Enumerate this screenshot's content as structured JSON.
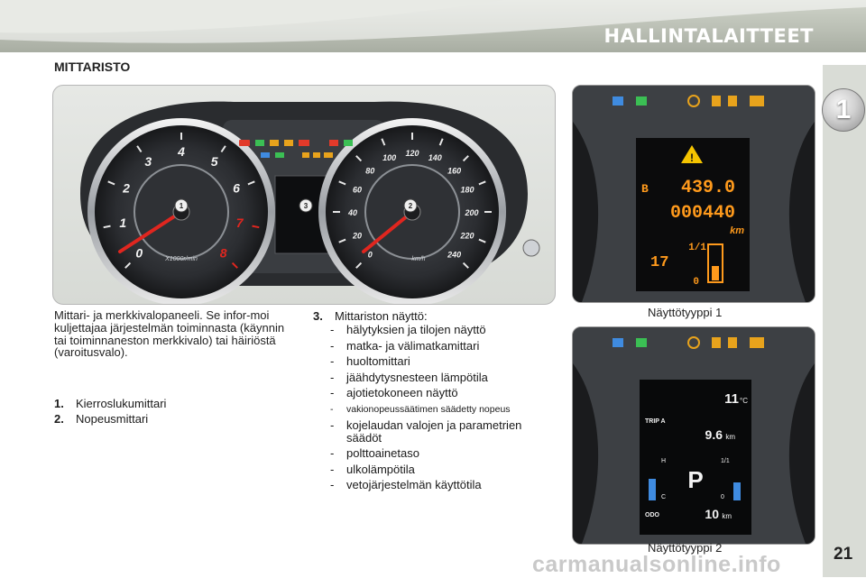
{
  "header": {
    "title": "HALLINTALAITTEET",
    "chapter": "1"
  },
  "section_title": "MITTARISTO",
  "cluster": {
    "tacho_ticks": [
      "0",
      "1",
      "2",
      "3",
      "4",
      "5",
      "6",
      "7",
      "8"
    ],
    "tacho_unit": "X1000r/min",
    "speedo_ticks": [
      "0",
      "20",
      "40",
      "60",
      "80",
      "100",
      "120",
      "140",
      "160",
      "180",
      "200",
      "220",
      "240"
    ],
    "speedo_unit": "km/h",
    "markers": [
      "1",
      "2",
      "3"
    ]
  },
  "display1": {
    "caption": "Näyttötyyppi 1",
    "odo_trip": "439.0",
    "odo_total": "000440",
    "unit": "km",
    "temp": "17",
    "gear": "1/1",
    "fuel_level": "0",
    "trip_label": "B"
  },
  "display2": {
    "caption": "Näyttötyyppi 2",
    "temp": "11",
    "temp_unit": "°C",
    "trip_label": "TRIP A",
    "trip_value": "9.6",
    "trip_unit": "km",
    "gear": "P",
    "temp_hi": "H",
    "temp_lo": "C",
    "fuel_full": "1/1",
    "fuel_empty": "0",
    "odo_label": "ODO",
    "odo_value": "10",
    "odo_unit": "km"
  },
  "intro_text": "Mittari- ja merkkivalopaneeli. Se infor-moi kuljettajaa järjestelmän toiminnasta (käynnin tai toiminnaneston merkkivalo) tai häiriöstä (varoitusvalo).",
  "numbered_items": [
    {
      "num": "1.",
      "label": "Kierroslukumittari"
    },
    {
      "num": "2.",
      "label": "Nopeusmittari"
    }
  ],
  "item3": {
    "num": "3.",
    "label": "Mittariston näyttö:"
  },
  "display_items": [
    "hälytyksien ja tilojen näyttö",
    "matka- ja välimatkamittari",
    "huoltomittari",
    "jäähdytysnesteen lämpötila",
    "ajotietokoneen näyttö",
    "vakionopeussäätimen säädetty nopeus",
    "kojelaudan valojen ja parametrien säädöt",
    "polttoainetaso",
    "ulkolämpötila",
    "vetojärjestelmän käyttötila"
  ],
  "page_number": "21",
  "watermark": "carmanualsonline.info",
  "colors": {
    "needle": "#e0261f",
    "lcd_amber": "#ff9a1c",
    "lcd_white": "#f2f2f2",
    "warning_yellow": "#f5c400"
  }
}
